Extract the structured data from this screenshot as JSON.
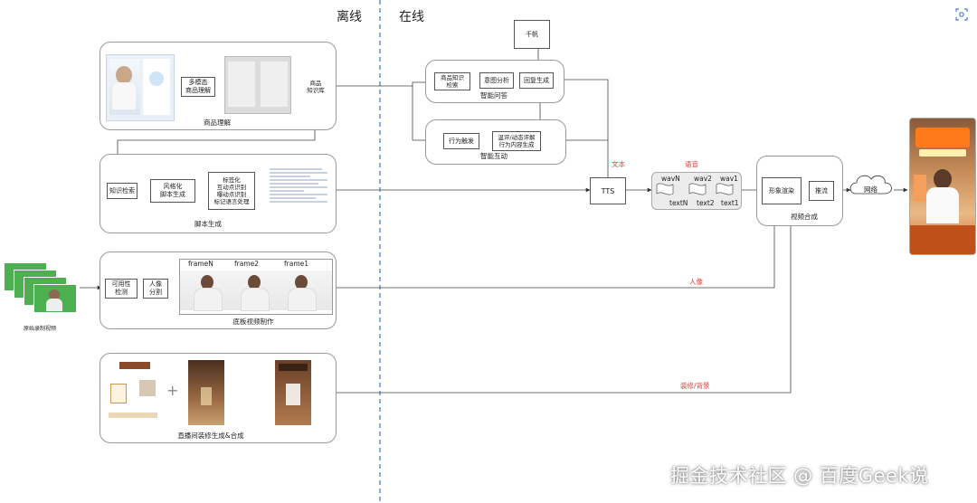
{
  "headers": {
    "offline": "离线",
    "online": "在线"
  },
  "panels": {
    "product": {
      "caption": "商品理解",
      "multimodal_box": "多模态\n商品理解",
      "kb_label": "商品\n知识库"
    },
    "script": {
      "caption": "脚本生成",
      "retrieve_box": "知识检索",
      "stylize_box": "风格化\n脚本生成",
      "tag_box": "标签化\n互动点识别\n曝动点识别\n标记语言处理"
    },
    "video": {
      "caption": "底板视频制作",
      "check_box": "可用性\n检测",
      "segment_box": "人像\n分割",
      "frames": [
        "frameN",
        "frame2",
        "frame1"
      ],
      "source_label": "原始录制视频"
    },
    "decor": {
      "caption": "直播间装修生成&合成",
      "plus": "+"
    },
    "qa": {
      "caption": "智能问答",
      "kb_retrieve": "商品知识\n检索",
      "intent": "意图分析",
      "answer": "回复生成",
      "qianfan": "千帆"
    },
    "interact": {
      "caption": "智能互动",
      "trigger": "行为触发",
      "reply": "温评/动态评解\n行为内容生成"
    },
    "synth": {
      "caption": "视频合成",
      "tts": "TTS",
      "render": "形象渲染",
      "push": "推流",
      "network": "网络",
      "wavs": [
        "wavN",
        "wav2",
        "wav1"
      ],
      "texts": [
        "textN",
        "text2",
        "text1"
      ]
    }
  },
  "edge_labels": {
    "text": "文本",
    "audio": "语音",
    "portrait": "人像",
    "decor": "装修/背景"
  },
  "watermark": "掘金技术社区 @ 百度Geek说",
  "colors": {
    "accent_red": "#e23b3b",
    "divider_blue": "#4a7fd0"
  }
}
